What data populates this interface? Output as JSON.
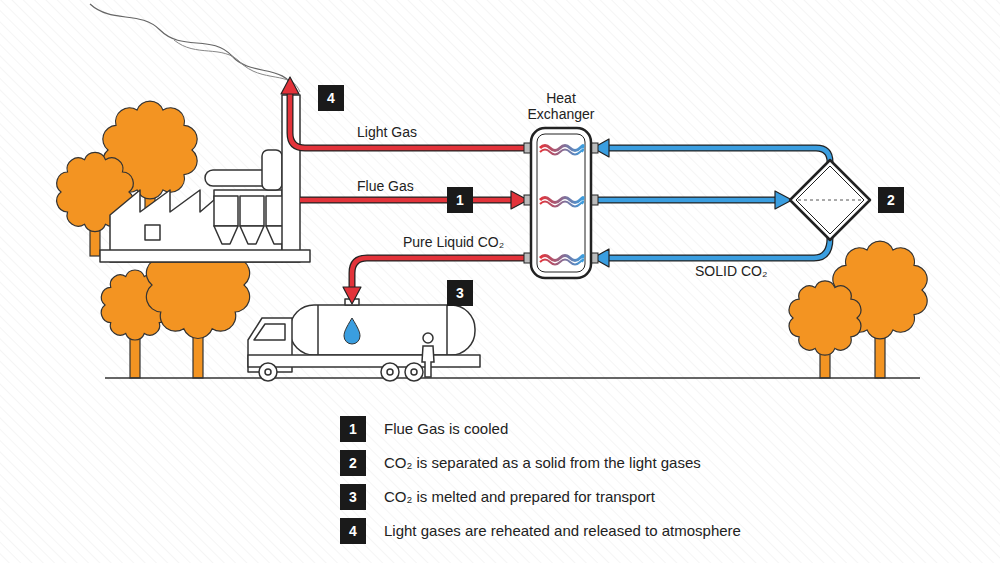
{
  "diagram": {
    "nodes": [
      {
        "text": [
          "Heat Exchanger"
        ]
      }
    ],
    "labels": [
      "4",
      "Light Gas",
      "Flue Gas",
      "1",
      "Pure Liquid CO₂",
      "3",
      "2",
      "SOLID CO₂",
      "1",
      "2",
      "3",
      "4"
    ],
    "legend": [
      {
        "text": "Flue Gas is cooled"
      },
      {
        "text": "CO₂ is separated as a solid from the light gases"
      },
      {
        "text": "CO₂ is melted and prepared for transport"
      },
      {
        "text": "Light gases are reheated and released to atmosphere"
      }
    ]
  }
}
